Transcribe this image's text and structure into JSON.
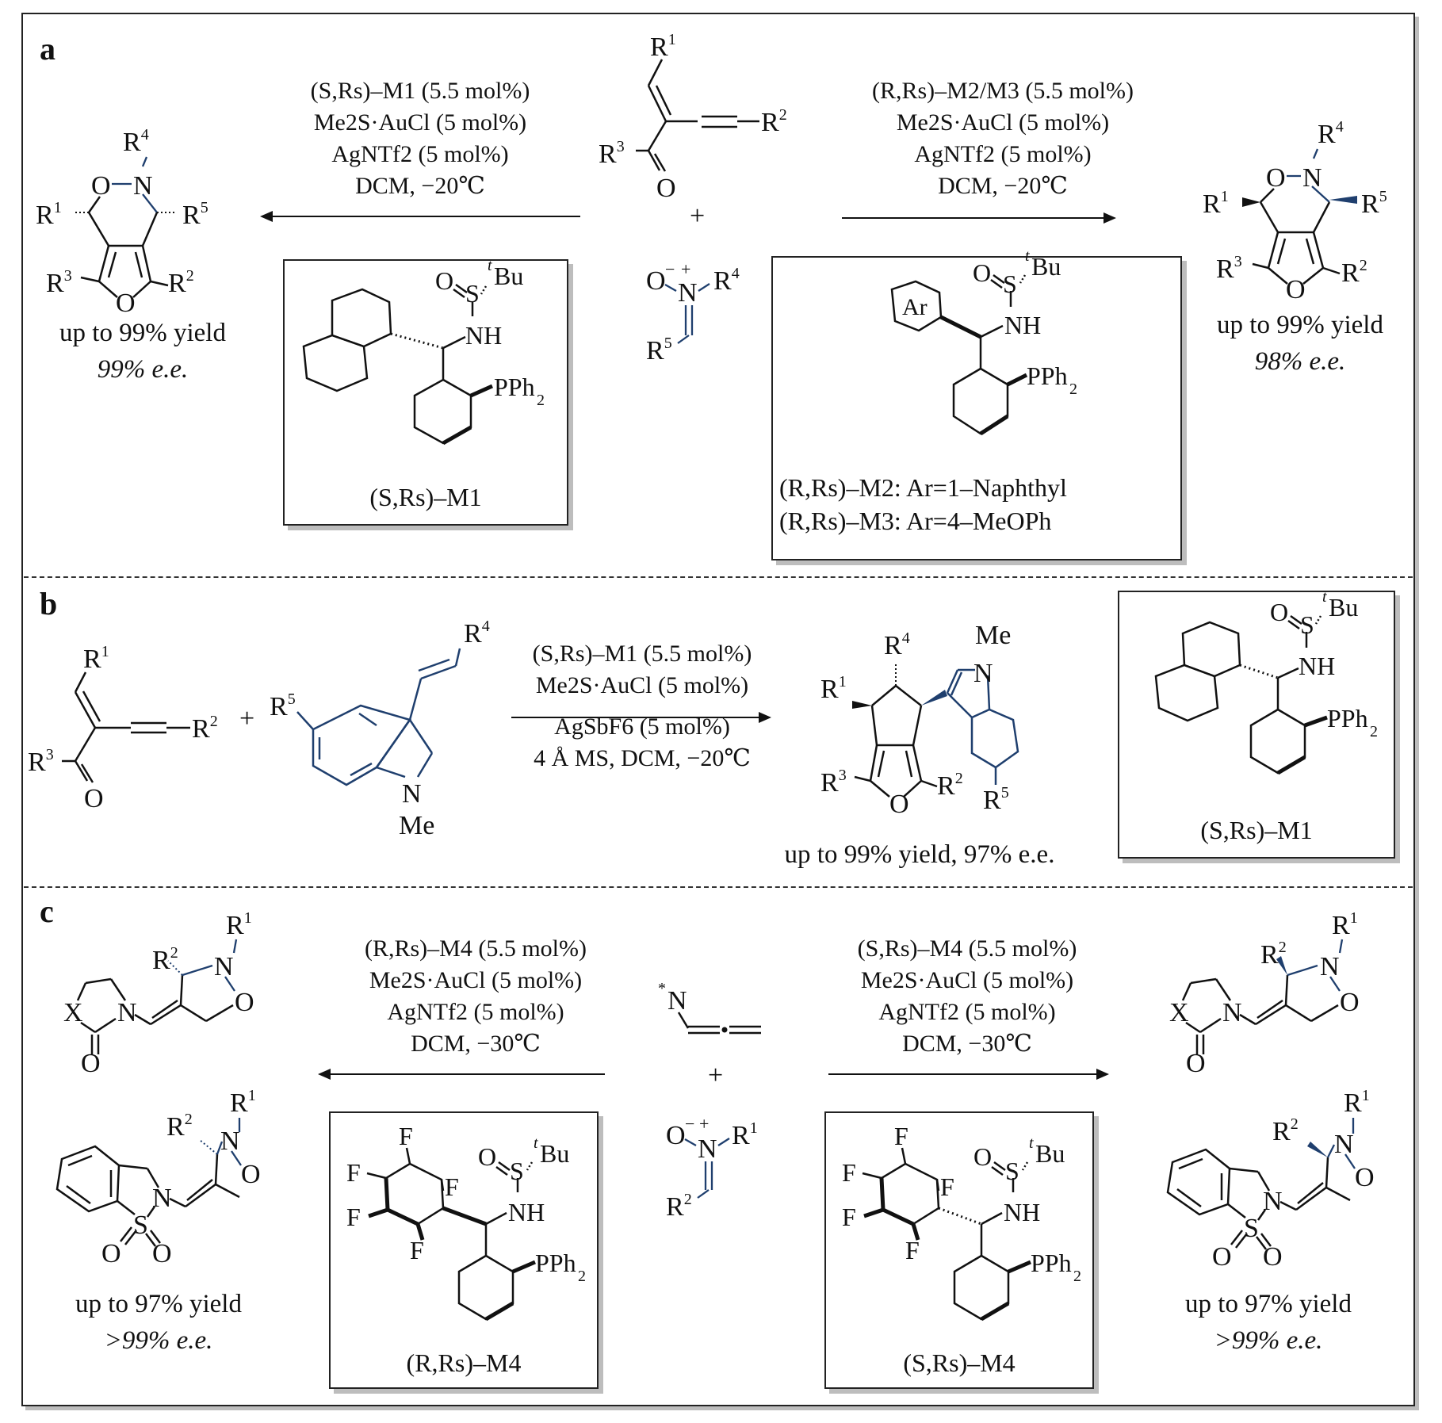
{
  "figure": {
    "panels": [
      {
        "label": "a",
        "reactant_enynone": {
          "substituents": [
            "R1",
            "R2",
            "R3"
          ],
          "atoms": [
            "O"
          ]
        },
        "reactant_nitrone": {
          "substituents": [
            "R4",
            "R5"
          ],
          "charges": [
            "−",
            "+"
          ]
        },
        "plus": "+",
        "left_conditions": [
          "(S,Rs)–M1 (5.5 mol%)",
          "Me2S·AuCl (5 mol%)",
          "AgNTf2 (5 mol%)",
          "DCM, −20℃"
        ],
        "right_conditions": [
          "(R,Rs)–M2/M3 (5.5 mol%)",
          "Me2S·AuCl (5 mol%)",
          "AgNTf2 (5 mol%)",
          "DCM, −20℃"
        ],
        "left_product": {
          "yield": "up to 99% yield",
          "ee": "99% e.e."
        },
        "right_product": {
          "yield": "up to 99% yield",
          "ee": "98% e.e."
        },
        "left_catalyst": {
          "name": "(S,Rs)–M1",
          "groups": [
            "tBu",
            "NH",
            "PPh2"
          ]
        },
        "right_catalyst": {
          "groups": [
            "tBu",
            "NH",
            "PPh2",
            "Ar"
          ],
          "variants": [
            "(R,Rs)–M2: Ar=1–Naphthyl",
            "(R,Rs)–M3: Ar=4–MeOPh"
          ]
        }
      },
      {
        "label": "b",
        "reactant_enynone": {
          "substituents": [
            "R1",
            "R2",
            "R3"
          ]
        },
        "reactant_indole": {
          "substituents": [
            "R4",
            "R5"
          ],
          "n_group": "Me"
        },
        "plus": "+",
        "conditions_above": [
          "(S,Rs)–M1 (5.5 mol%)",
          "Me2S·AuCl (5 mol%)"
        ],
        "conditions_below": [
          "AgSbF6 (5 mol%)",
          "4 Å MS, DCM, −20℃"
        ],
        "product": {
          "substituents": [
            "R1",
            "R2",
            "R3",
            "R4",
            "R5"
          ],
          "n_group": "Me"
        },
        "result": "up to 99% yield, 97% e.e.",
        "catalyst": {
          "name": "(S,Rs)–M1"
        }
      },
      {
        "label": "c",
        "reactant_allenamide": {
          "label": "*N"
        },
        "reactant_nitrone": {
          "substituents": [
            "R1",
            "R2"
          ]
        },
        "plus": "+",
        "left_conditions": [
          "(R,Rs)–M4 (5.5 mol%)",
          "Me2S·AuCl (5 mol%)",
          "AgNTf2 (5 mol%)",
          "DCM, −30℃"
        ],
        "right_conditions": [
          "(S,Rs)–M4 (5.5 mol%)",
          "Me2S·AuCl (5 mol%)",
          "AgNTf2 (5 mol%)",
          "DCM, −30℃"
        ],
        "left_catalyst": {
          "name": "(R,Rs)–M4"
        },
        "right_catalyst": {
          "name": "(S,Rs)–M4"
        },
        "left_product": {
          "yield": "up to 97% yield",
          "ee": ">99% e.e."
        },
        "right_product": {
          "yield": "up to 97% yield",
          "ee": ">99% e.e."
        }
      }
    ],
    "colors": {
      "line": "#111111",
      "highlight_blue": "#1f3f6e",
      "frame_shadow": "#bdbdbd"
    }
  }
}
